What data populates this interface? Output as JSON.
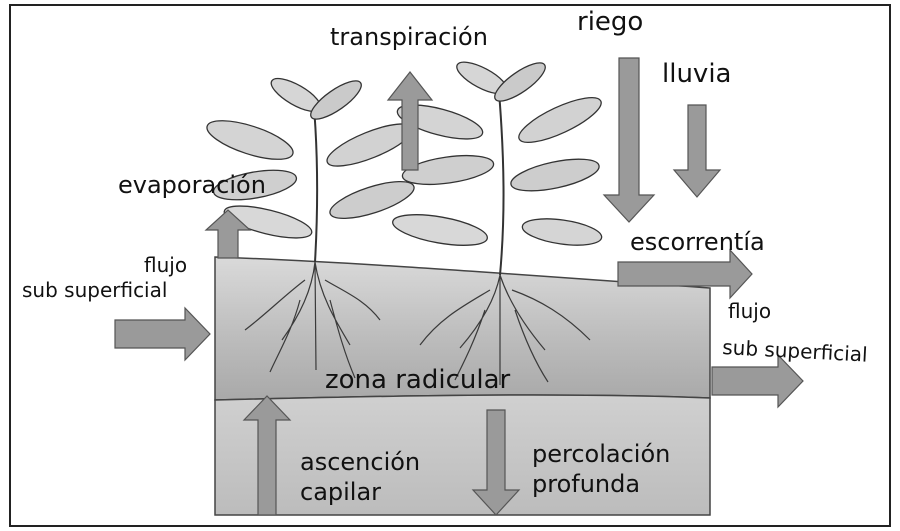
{
  "labels": {
    "transpiracion": "transpiración",
    "riego": "riego",
    "lluvia": "lluvia",
    "evaporacion": "evaporación",
    "escorrentia": "escorrentía",
    "flujo_izq_1": "flujo",
    "flujo_izq_2": "sub superficial",
    "flujo_der_1": "flujo",
    "flujo_der_2": "sub superficial",
    "zona_radicular": "zona radicular",
    "ascencion_1": "ascención",
    "ascencion_2": "capilar",
    "percolacion_1": "percolación",
    "percolacion_2": "profunda"
  },
  "colors": {
    "arrow": "#9a9a9a",
    "soil_top": "#d3d3d3",
    "soil_root": "#b9b9b9",
    "soil_deep": "#c9c9c9",
    "leaf": "#d4d4d4",
    "outline": "#333333"
  }
}
